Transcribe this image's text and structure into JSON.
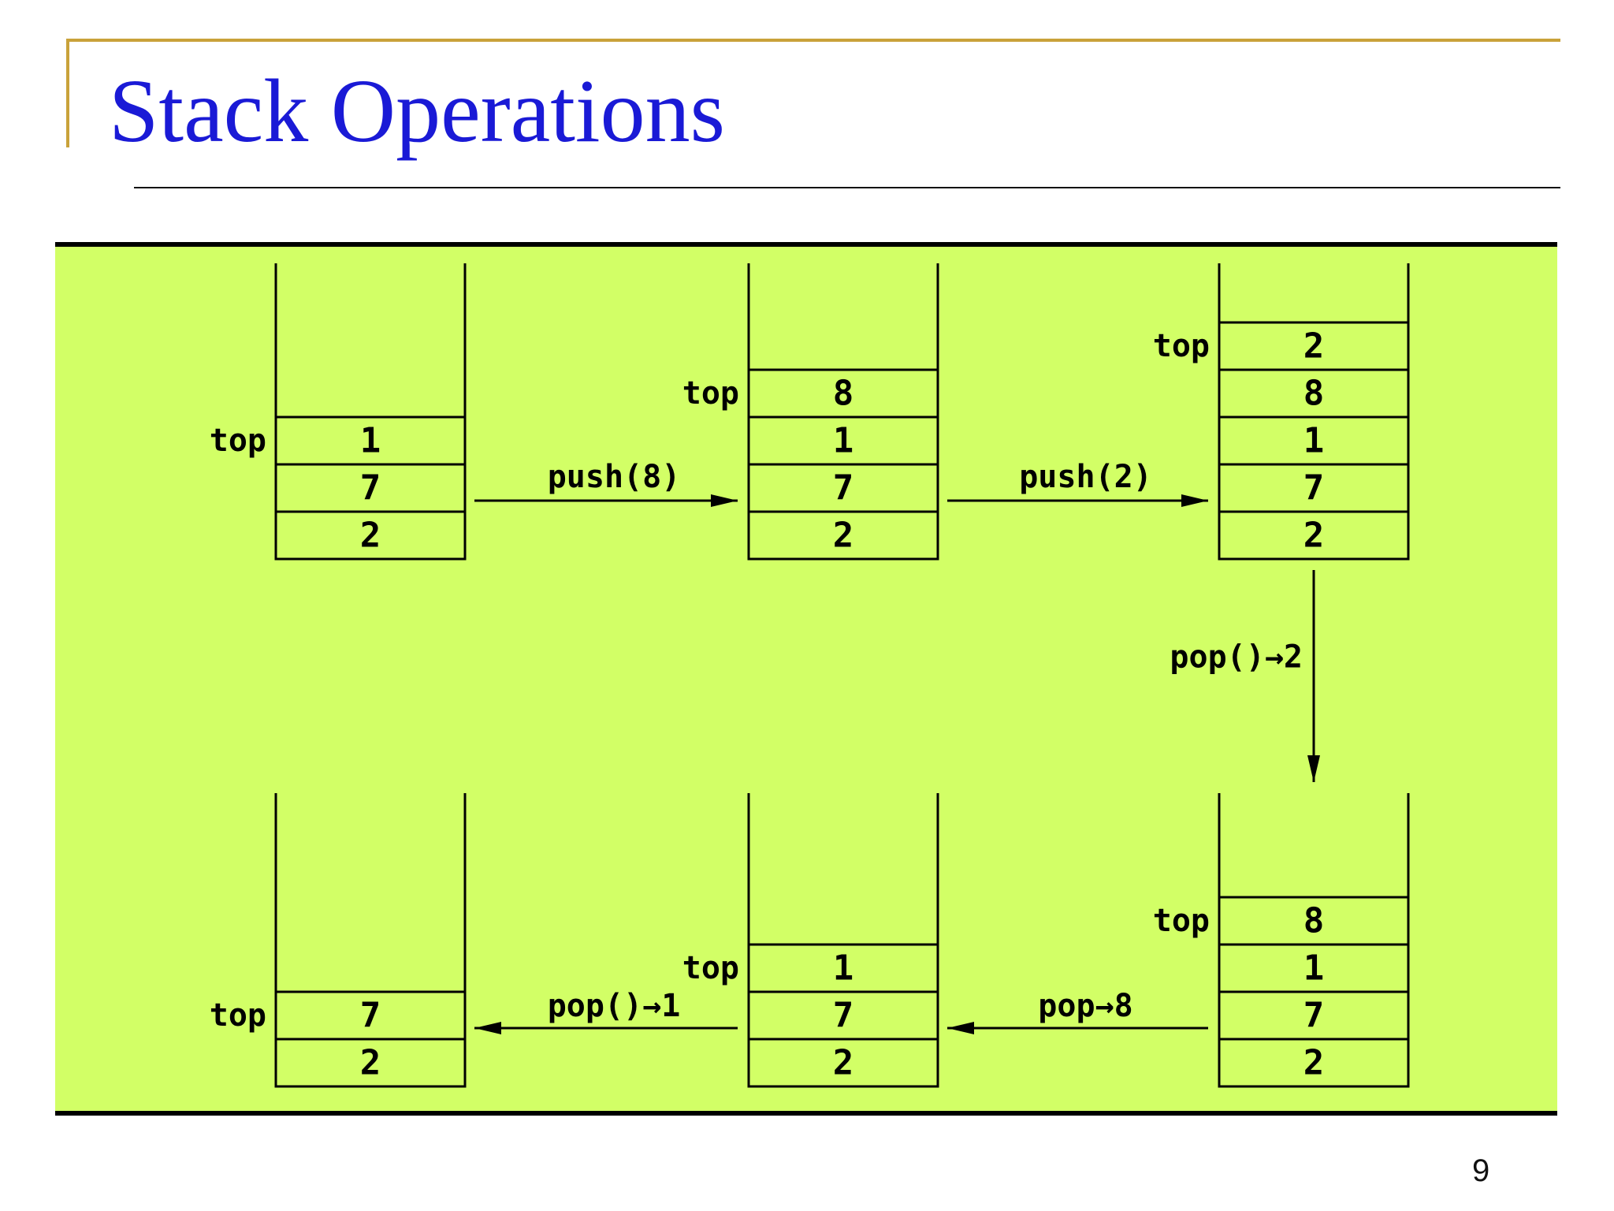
{
  "slide": {
    "title": "Stack Operations",
    "page_number": "9",
    "colors": {
      "title": "#1a1ad6",
      "accent": "#c9a23a",
      "figure_background": "#d2ff66",
      "ink": "#000000"
    }
  },
  "diagram": {
    "top_label": "top",
    "stacks": [
      {
        "id": "s1",
        "values_top_to_bottom": [
          "1",
          "7",
          "2"
        ]
      },
      {
        "id": "s2",
        "values_top_to_bottom": [
          "8",
          "1",
          "7",
          "2"
        ]
      },
      {
        "id": "s3",
        "values_top_to_bottom": [
          "2",
          "8",
          "1",
          "7",
          "2"
        ]
      },
      {
        "id": "s4",
        "values_top_to_bottom": [
          "8",
          "1",
          "7",
          "2"
        ]
      },
      {
        "id": "s5",
        "values_top_to_bottom": [
          "1",
          "7",
          "2"
        ]
      },
      {
        "id": "s6",
        "values_top_to_bottom": [
          "7",
          "2"
        ]
      }
    ],
    "operations": [
      {
        "from": "s1",
        "to": "s2",
        "label": "push(8)"
      },
      {
        "from": "s2",
        "to": "s3",
        "label": "push(2)"
      },
      {
        "from": "s3",
        "to": "s4",
        "label": "pop()→2"
      },
      {
        "from": "s4",
        "to": "s5",
        "label": "pop→8"
      },
      {
        "from": "s5",
        "to": "s6",
        "label": "pop()→1"
      }
    ]
  }
}
